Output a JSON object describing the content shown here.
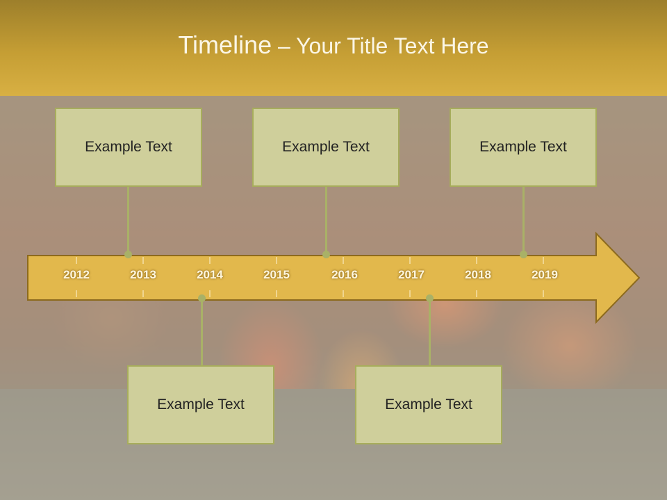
{
  "slide": {
    "title_a": "Timeline",
    "title_dash": " – ",
    "title_b": "Your Title Text Here"
  },
  "timeline": {
    "years": [
      "2012",
      "2013",
      "2014",
      "2015",
      "2016",
      "2017",
      "2018",
      "2019"
    ]
  },
  "callouts": [
    {
      "text": "Example Text"
    },
    {
      "text": "Example Text"
    },
    {
      "text": "Example Text"
    },
    {
      "text": "Example Text"
    },
    {
      "text": "Example Text"
    }
  ],
  "colors": {
    "title_band": "#c59e34",
    "arrow_fill": "#e2b84c",
    "arrow_stroke": "#8c6a1e",
    "box_fill": "#cfcf9b",
    "connector": "#a9b167"
  }
}
